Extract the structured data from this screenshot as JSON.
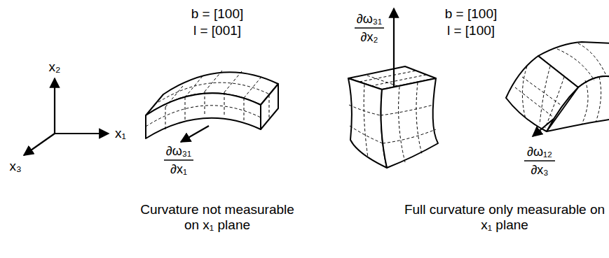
{
  "diagram": {
    "labels": [
      "x₂",
      "x₁",
      "x₃",
      "b = [100]",
      "l = [001]",
      "∂ω₃₁",
      "∂x₁",
      "Curvature not measurable on x₁ plane",
      "∂ω₃₁",
      "∂x₂",
      "b = [100]",
      "l = [100]",
      "∂ω₁₂",
      "∂x₃",
      "Full curvature only measurable on x₁ plane"
    ]
  }
}
